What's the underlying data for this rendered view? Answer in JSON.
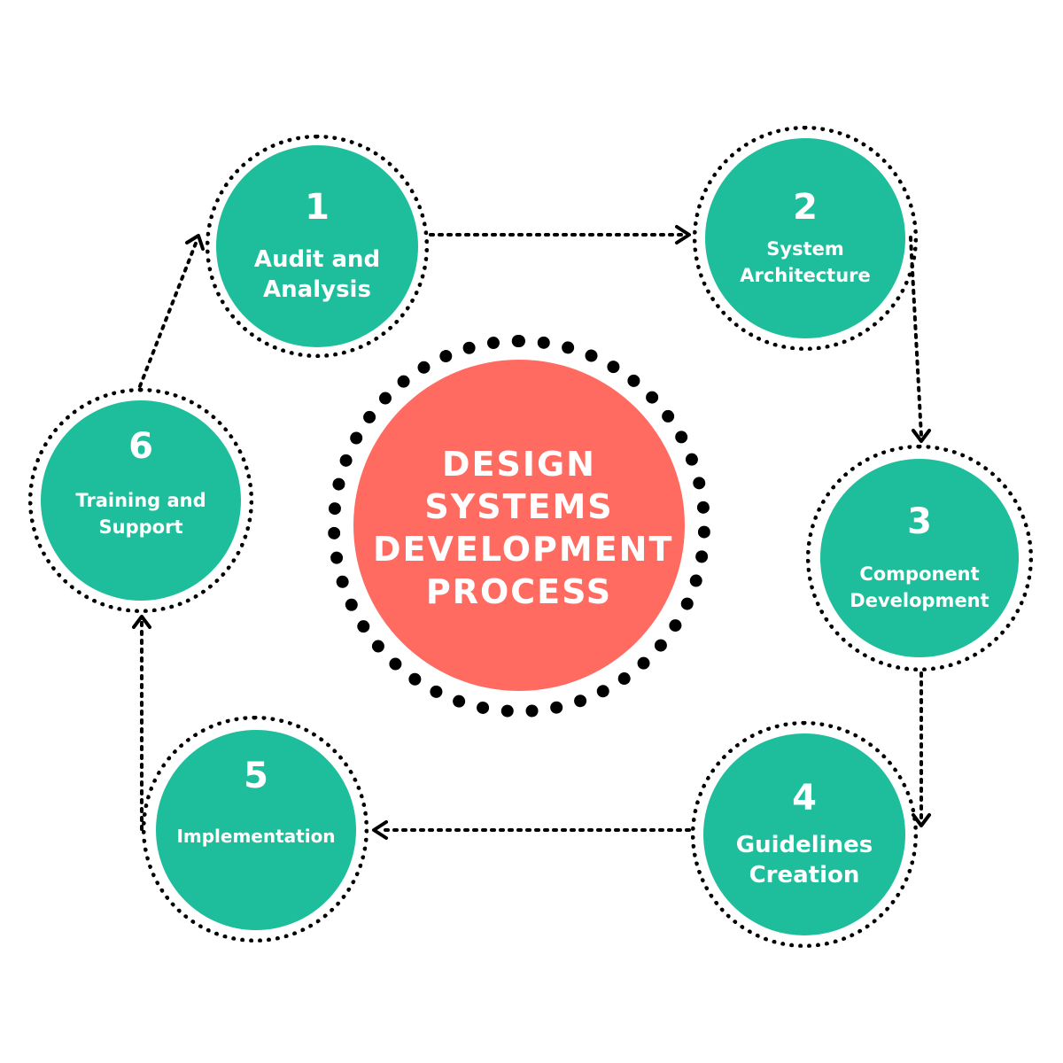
{
  "colors": {
    "step_fill": "#1ebe9c",
    "center_fill": "#ff6b61",
    "outline": "#000000",
    "text": "#ffffff"
  },
  "center": {
    "lines": [
      "DESIGN",
      "SYSTEMS",
      "DEVELOPMENT",
      "PROCESS"
    ]
  },
  "steps": [
    {
      "number": "1",
      "lines": [
        "Audit and",
        "Analysis"
      ]
    },
    {
      "number": "2",
      "lines": [
        "System",
        "Architecture"
      ]
    },
    {
      "number": "3",
      "lines": [
        "Component",
        "Development"
      ]
    },
    {
      "number": "4",
      "lines": [
        "Guidelines",
        "Creation"
      ]
    },
    {
      "number": "5",
      "lines": [
        "Implementation"
      ]
    },
    {
      "number": "6",
      "lines": [
        "Training and",
        "Support"
      ]
    }
  ],
  "connectors": [
    {
      "from": "1",
      "to": "2"
    },
    {
      "from": "2",
      "to": "3"
    },
    {
      "from": "3",
      "to": "4"
    },
    {
      "from": "4",
      "to": "5"
    },
    {
      "from": "5",
      "to": "6"
    },
    {
      "from": "6",
      "to": "1"
    }
  ]
}
